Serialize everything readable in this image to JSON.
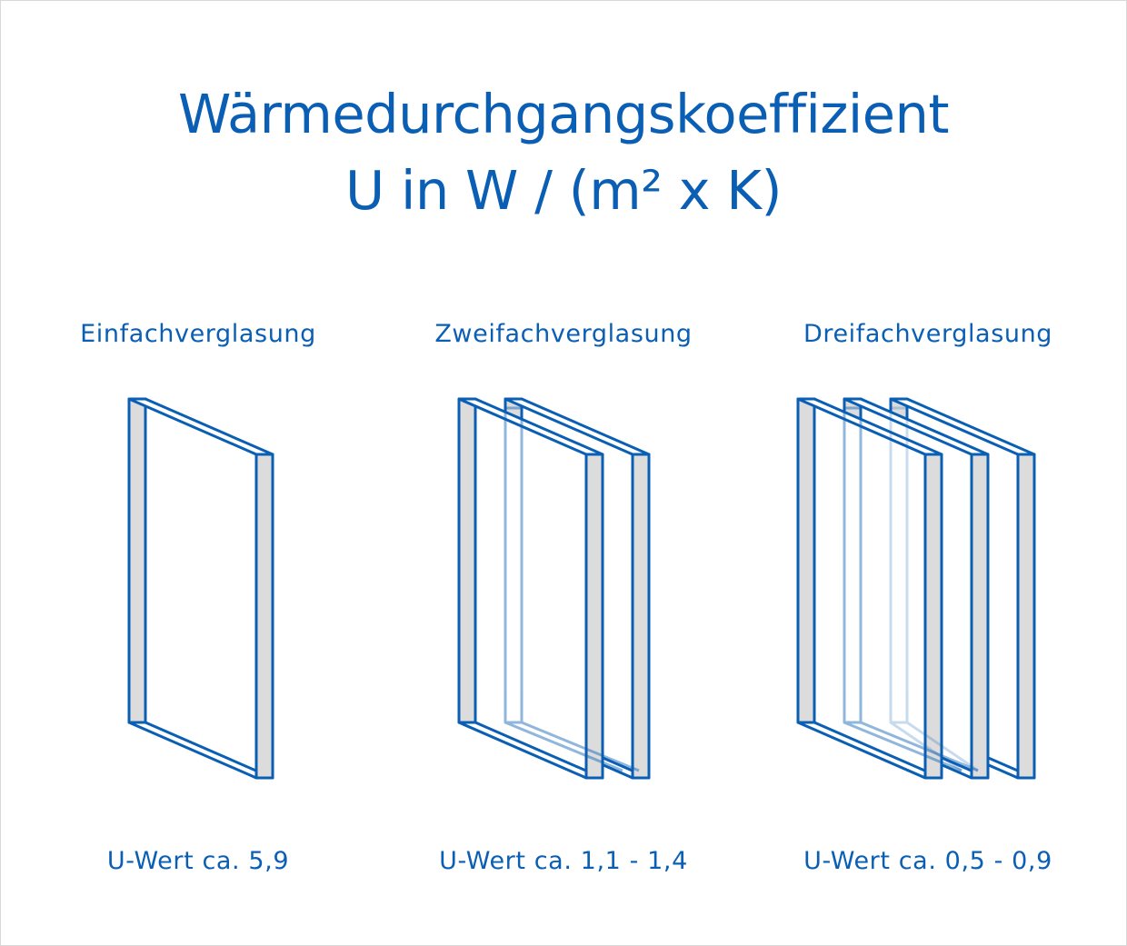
{
  "title": {
    "line1": "Wärmedurchgangskoeffizient",
    "line2": "U in W / (m² x K)"
  },
  "colors": {
    "accent": "#0a5fb4",
    "pane_edge_fill": "#dcdcdc",
    "border": "#d8d8d8"
  },
  "glazing_types": [
    {
      "name": "Einfachverglasung",
      "u_value": "U-Wert ca. 5,9",
      "panes": 1
    },
    {
      "name": "Zweifachverglasung",
      "u_value": "U-Wert ca. 1,1 - 1,4",
      "panes": 2
    },
    {
      "name": "Dreifachverglasung",
      "u_value": "U-Wert ca. 0,5 - 0,9",
      "panes": 3
    }
  ]
}
